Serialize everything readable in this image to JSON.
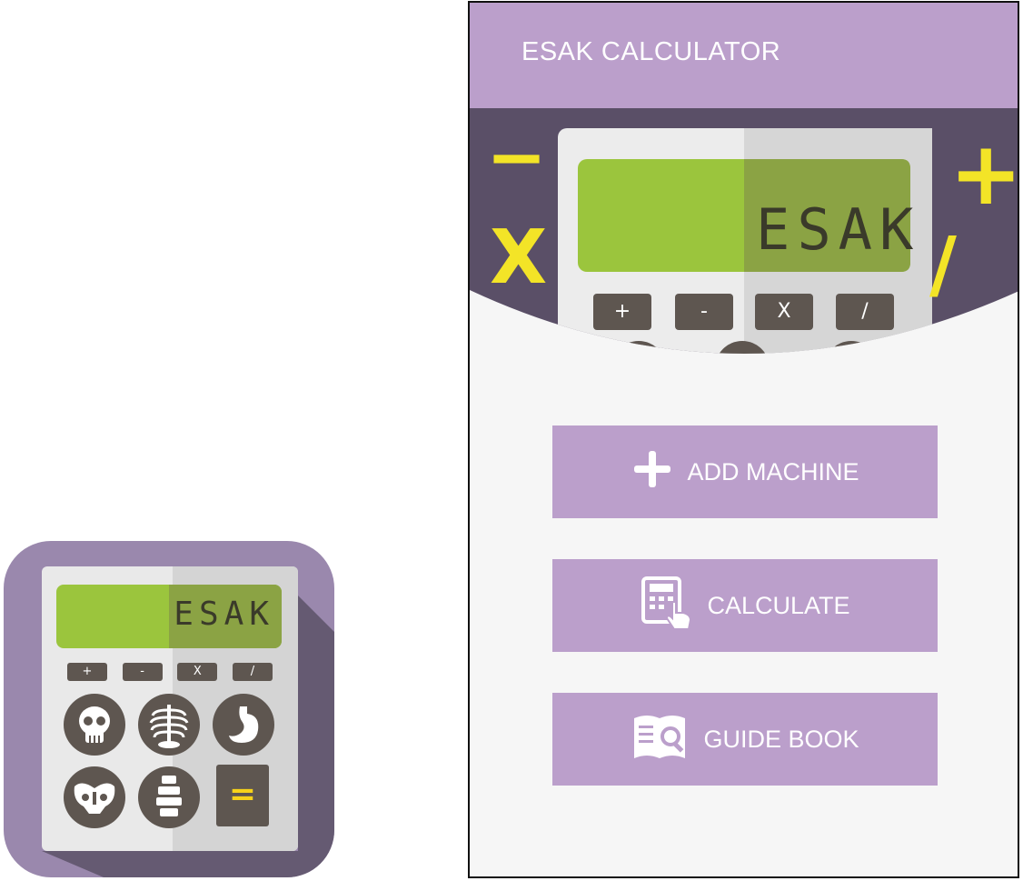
{
  "icon": {
    "screen_text": "ESAK",
    "ops": [
      "+",
      "-",
      "X",
      "/"
    ],
    "equals": "="
  },
  "app": {
    "title": "ESAK CALCULATOR",
    "hero": {
      "screen_text": "ESAK",
      "ops": [
        "+",
        "-",
        "X",
        "/"
      ],
      "deco_minus": "−",
      "deco_plus": "+",
      "deco_times": "X",
      "deco_divide": "/"
    },
    "menu": [
      {
        "label": "ADD MACHINE",
        "icon": "plus-icon"
      },
      {
        "label": "CALCULATE",
        "icon": "calculator-touch-icon"
      },
      {
        "label": "GUIDE BOOK",
        "icon": "book-search-icon"
      }
    ]
  },
  "colors": {
    "purple": "#bb9fcb",
    "dark_purple": "#5a4f67",
    "lcd_green": "#9bc53d",
    "key_brown": "#5e5650",
    "accent_yellow": "#f3e427"
  }
}
